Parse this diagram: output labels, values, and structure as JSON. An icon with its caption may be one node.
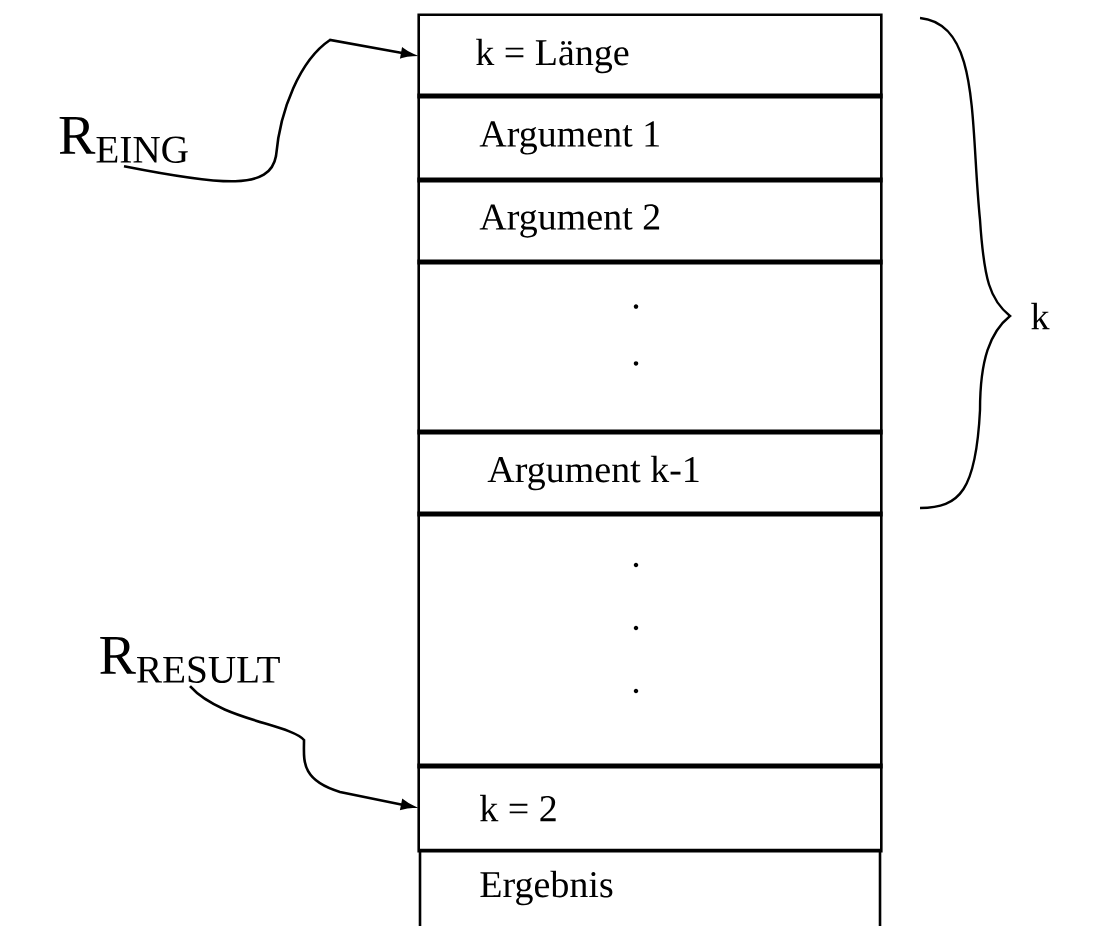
{
  "diagram": {
    "nodes": [
      {
        "text": [
          "k = Länge"
        ]
      },
      {
        "text": [
          "Argument 1"
        ]
      },
      {
        "text": [
          "Argument 2"
        ]
      },
      {
        "text": [
          ".",
          "."
        ]
      },
      {
        "text": [
          "Argument k-1"
        ]
      },
      {
        "text": [
          ".",
          ".",
          "."
        ]
      },
      {
        "text": [
          "k = 2"
        ]
      },
      {
        "text": [
          "Ergebnis"
        ]
      },
      {
        "text": [
          "R$_{EING}$"
        ]
      },
      {
        "text": [
          "R$_{RESULT}$"
        ]
      }
    ],
    "edges": [
      {
        "from": 8,
        "to": 0,
        "arrow": "to"
      },
      {
        "from": 9,
        "to": 6,
        "arrow": "to"
      }
    ],
    "labels": [
      "k"
    ]
  }
}
